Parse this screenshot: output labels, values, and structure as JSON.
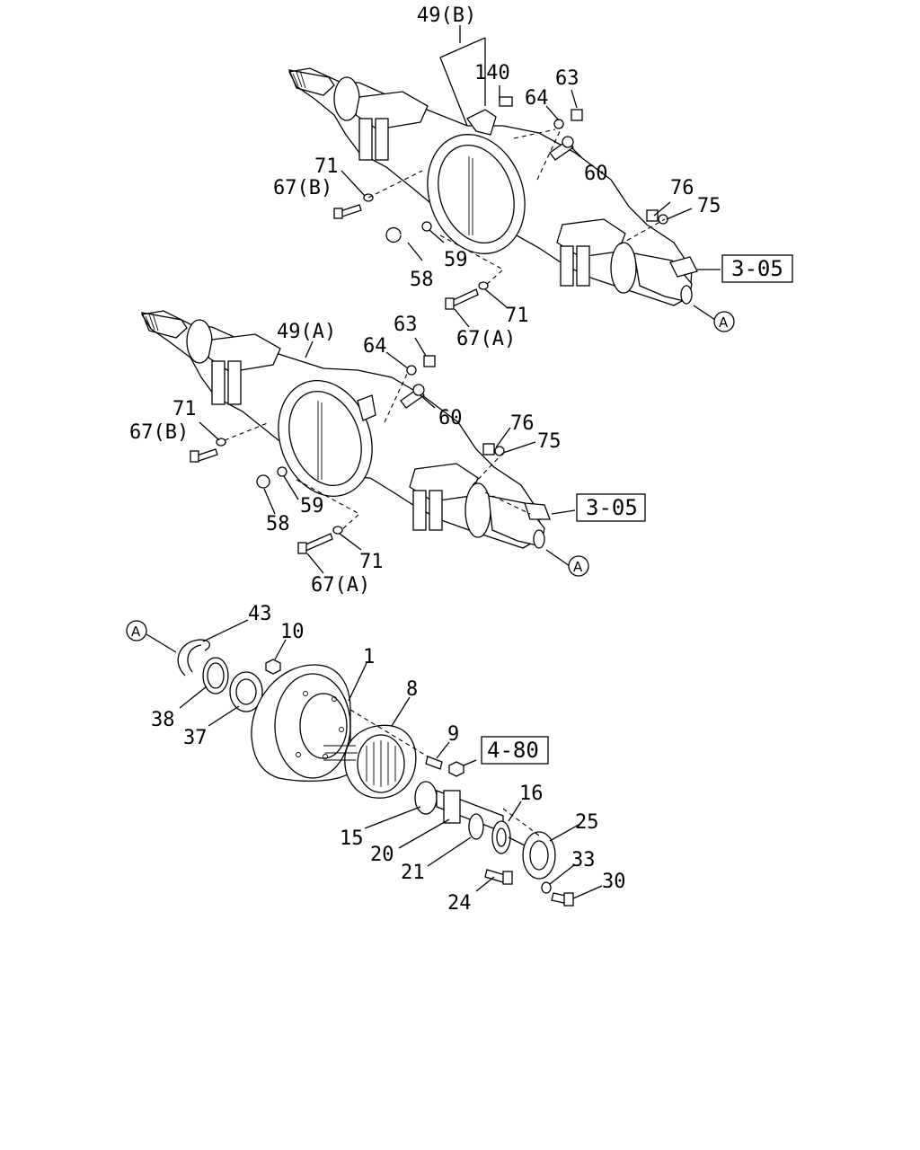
{
  "diagram": {
    "upper_assembly": {
      "labels": {
        "l49b": "49(B)",
        "l140": "140",
        "l63": "63",
        "l64": "64",
        "l60": "60",
        "l71": "71",
        "l67b": "67(B)",
        "l76": "76",
        "l75": "75",
        "l58": "58",
        "l59": "59",
        "l71b": "71",
        "l67a": "67(A)"
      },
      "ref": "3-05",
      "marker": "A"
    },
    "middle_assembly": {
      "labels": {
        "l49a": "49(A)",
        "l63": "63",
        "l64": "64",
        "l60": "60",
        "l71": "71",
        "l67b": "67(B)",
        "l76": "76",
        "l75": "75",
        "l58": "58",
        "l59": "59",
        "l71b": "71",
        "l67a": "67(A)"
      },
      "ref": "3-05",
      "marker": "A"
    },
    "hub_assembly": {
      "labels": {
        "l43": "43",
        "l10": "10",
        "l1": "1",
        "l8": "8",
        "l38": "38",
        "l37": "37",
        "l9": "9",
        "l16": "16",
        "l25": "25",
        "l15": "15",
        "l20": "20",
        "l21": "21",
        "l33": "33",
        "l30": "30",
        "l24": "24"
      },
      "ref": "4-80",
      "marker": "A"
    }
  }
}
